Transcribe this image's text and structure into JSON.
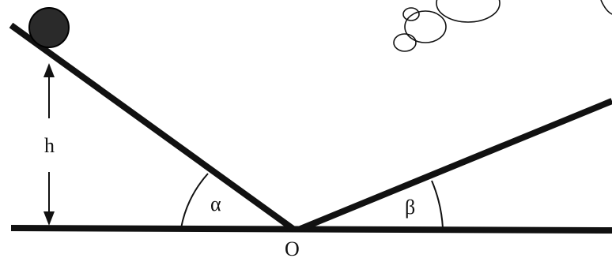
{
  "labels": {
    "height": "h",
    "angle_left": "α",
    "angle_right": "β",
    "vertex": "O"
  },
  "colors": {
    "ink": "#111111",
    "ball": "#2a2a2a",
    "background": "#ffffff"
  },
  "icons": {
    "ball": "ball-icon",
    "clouds": "cloud-icon"
  }
}
